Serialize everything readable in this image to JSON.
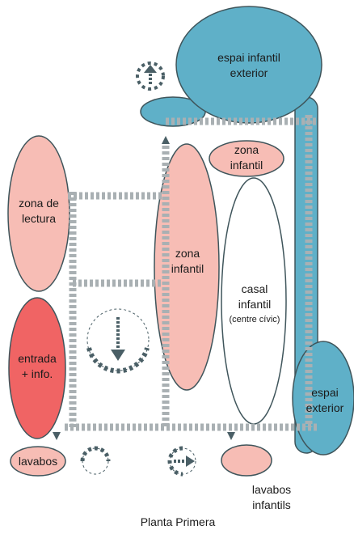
{
  "diagram": {
    "caption": "Planta Primera",
    "colors": {
      "blue": "#5fb0c8",
      "pink": "#f7bdb5",
      "red": "#f06464",
      "outline": "#3f555b",
      "path": "#a9b0b3",
      "arrow": "#4a5f66"
    },
    "nodes": {
      "espai_infantil_exterior": [
        "espai infantil",
        "exterior"
      ],
      "zona_infantil_top": [
        "zona",
        "infantil"
      ],
      "zona_de_lectura": [
        "zona de",
        "lectura"
      ],
      "zona_infantil_main": [
        "zona",
        "infantil"
      ],
      "casal_infantil": [
        "casal",
        "infantil",
        "(centre cívic)"
      ],
      "entrada": [
        "entrada",
        "+ info."
      ],
      "espai_exterior": [
        "espai",
        "exterior"
      ],
      "lavabos": "lavabos",
      "lavabos_infantils": [
        "lavabos",
        "infantils"
      ]
    },
    "icons": [
      "circulation-up-icon",
      "circulation-down-icon",
      "circulation-right-icon",
      "circulation-ring-icon"
    ]
  }
}
